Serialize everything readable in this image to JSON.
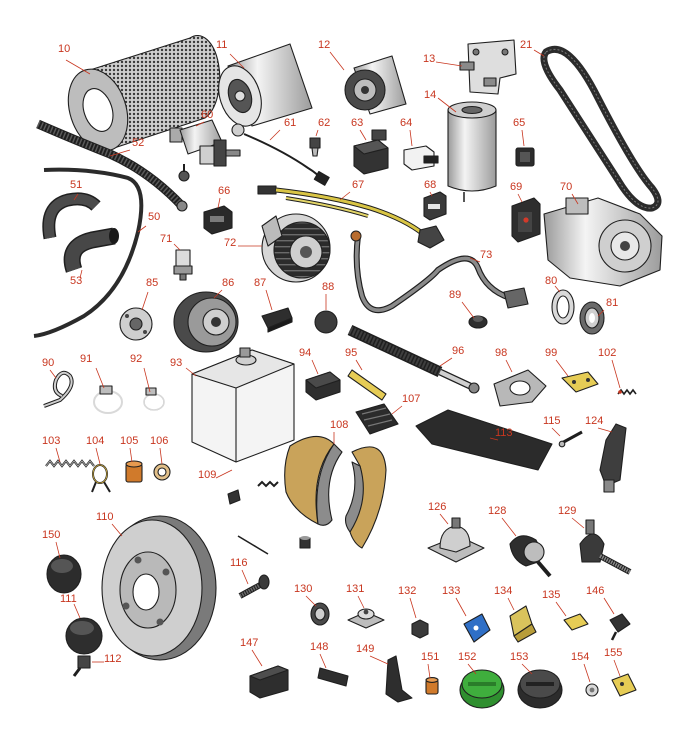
{
  "palette": {
    "callout": "#c8361f",
    "outline": "#1f1f1f",
    "metal": "#d7d7d7",
    "metal_dark": "#8e8e8e",
    "dark": "#3e3e3e",
    "shoe": "#c9a35a",
    "yellow": "#e6cc55",
    "blue": "#2f6fc6",
    "green": "#3fae3d",
    "orange": "#d07a2b"
  },
  "parts": [
    {
      "n": "10",
      "icon": "air-filter"
    },
    {
      "n": "11",
      "icon": "oil-filter"
    },
    {
      "n": "12",
      "icon": "oil-filter-small"
    },
    {
      "n": "13",
      "icon": "mounting-bracket"
    },
    {
      "n": "14",
      "icon": "fuel-filter"
    },
    {
      "n": "21",
      "icon": "drive-belt"
    },
    {
      "n": "50",
      "icon": "cable"
    },
    {
      "n": "51",
      "icon": "hose"
    },
    {
      "n": "52",
      "icon": "corrugated-hose"
    },
    {
      "n": "53",
      "icon": "hose-elbow"
    },
    {
      "n": "60",
      "icon": "fuel-pump"
    },
    {
      "n": "61",
      "icon": "sensor-lead"
    },
    {
      "n": "62",
      "icon": "pressure-switch"
    },
    {
      "n": "63",
      "icon": "relay"
    },
    {
      "n": "64",
      "icon": "relay-small"
    },
    {
      "n": "65",
      "icon": "rocker-switch"
    },
    {
      "n": "66",
      "icon": "switch-black"
    },
    {
      "n": "67",
      "icon": "wiring-harness"
    },
    {
      "n": "68",
      "icon": "switch"
    },
    {
      "n": "69",
      "icon": "rocker-switch-red"
    },
    {
      "n": "70",
      "icon": "starter-motor"
    },
    {
      "n": "71",
      "icon": "sender"
    },
    {
      "n": "72",
      "icon": "alternator"
    },
    {
      "n": "73",
      "icon": "battery-cable"
    },
    {
      "n": "80",
      "icon": "seal-ring"
    },
    {
      "n": "81",
      "icon": "bearing"
    },
    {
      "n": "85",
      "icon": "hub-flange"
    },
    {
      "n": "86",
      "icon": "pulley"
    },
    {
      "n": "87",
      "icon": "clip"
    },
    {
      "n": "88",
      "icon": "rubber-ball"
    },
    {
      "n": "89",
      "icon": "grommet"
    },
    {
      "n": "90",
      "icon": "p-clip"
    },
    {
      "n": "91",
      "icon": "hose-clamp"
    },
    {
      "n": "92",
      "icon": "hose-clamp-small"
    },
    {
      "n": "93",
      "icon": "fuel-tank"
    },
    {
      "n": "94",
      "icon": "mount-block"
    },
    {
      "n": "95",
      "icon": "pin"
    },
    {
      "n": "96",
      "icon": "shock-absorber"
    },
    {
      "n": "98",
      "icon": "gasket"
    },
    {
      "n": "99",
      "icon": "hinge"
    },
    {
      "n": "102",
      "icon": "spring-small"
    },
    {
      "n": "103",
      "icon": "tension-spring"
    },
    {
      "n": "104",
      "icon": "torsion-spring"
    },
    {
      "n": "105",
      "icon": "bushing"
    },
    {
      "n": "106",
      "icon": "washer"
    },
    {
      "n": "107",
      "icon": "pedal-pad"
    },
    {
      "n": "108",
      "icon": "brake-shoes"
    },
    {
      "n": "109",
      "icon": "brake-hardware"
    },
    {
      "n": "110",
      "icon": "brake-drum"
    },
    {
      "n": "111",
      "icon": "cap"
    },
    {
      "n": "112",
      "icon": "bleed-screw"
    },
    {
      "n": "113",
      "icon": "floor-mat"
    },
    {
      "n": "115",
      "icon": "pin-long"
    },
    {
      "n": "116",
      "icon": "wheel-stud"
    },
    {
      "n": "124",
      "icon": "latch"
    },
    {
      "n": "126",
      "icon": "engine-mount"
    },
    {
      "n": "128",
      "icon": "ball-joint"
    },
    {
      "n": "129",
      "icon": "tie-rod-end"
    },
    {
      "n": "130",
      "icon": "seal"
    },
    {
      "n": "131",
      "icon": "flange-bearing"
    },
    {
      "n": "132",
      "icon": "nut"
    },
    {
      "n": "133",
      "icon": "blue-clip"
    },
    {
      "n": "134",
      "icon": "bracket"
    },
    {
      "n": "135",
      "icon": "shim"
    },
    {
      "n": "146",
      "icon": "cable-end"
    },
    {
      "n": "147",
      "icon": "bump-stop"
    },
    {
      "n": "148",
      "icon": "connector"
    },
    {
      "n": "149",
      "icon": "bracket-tall"
    },
    {
      "n": "150",
      "icon": "dust-cap"
    },
    {
      "n": "151",
      "icon": "bushing-small"
    },
    {
      "n": "152",
      "icon": "fuel-cap-green"
    },
    {
      "n": "153",
      "icon": "fuel-cap"
    },
    {
      "n": "154",
      "icon": "nut-small"
    },
    {
      "n": "155",
      "icon": "hinge-small"
    }
  ]
}
